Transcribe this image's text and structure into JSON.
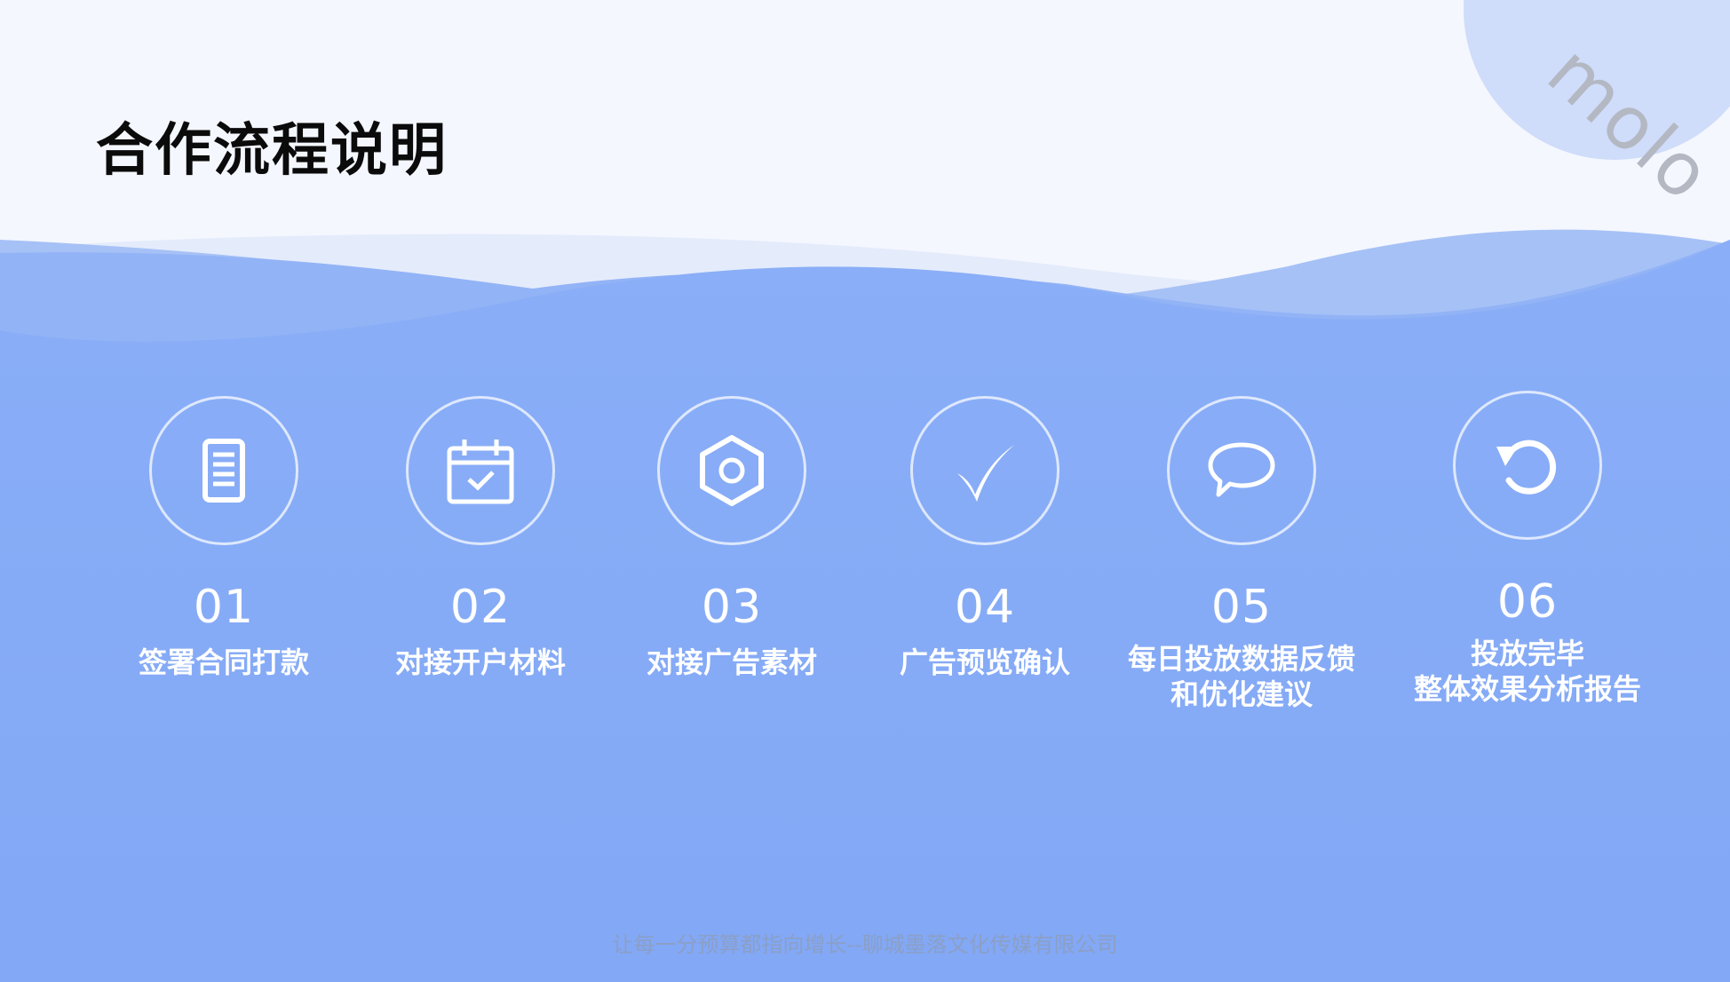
{
  "brand": {
    "logo_text": "molo"
  },
  "page": {
    "title": "合作流程说明",
    "accent_color": "#82a8f6",
    "wave_light": "#a2c0f6",
    "wave_mid": "#90b3f7",
    "background_top": "#f4f7fe"
  },
  "steps": [
    {
      "number": "01",
      "label_lines": [
        "签署合同打款"
      ],
      "icon": "document-icon"
    },
    {
      "number": "02",
      "label_lines": [
        "对接开户材料"
      ],
      "icon": "calendar-check-icon"
    },
    {
      "number": "03",
      "label_lines": [
        "对接广告素材"
      ],
      "icon": "settings-hexagon-icon"
    },
    {
      "number": "04",
      "label_lines": [
        "广告预览确认"
      ],
      "icon": "checkmark-icon"
    },
    {
      "number": "05",
      "label_lines": [
        "每日投放数据反馈",
        "和优化建议"
      ],
      "icon": "chat-bubble-icon"
    },
    {
      "number": "06",
      "label_lines": [
        "投放完毕",
        "整体效果分析报告"
      ],
      "icon": "refresh-icon"
    }
  ],
  "footer": {
    "text": "让每一分预算都指向增长--聊城墨落文化传媒有限公司"
  }
}
